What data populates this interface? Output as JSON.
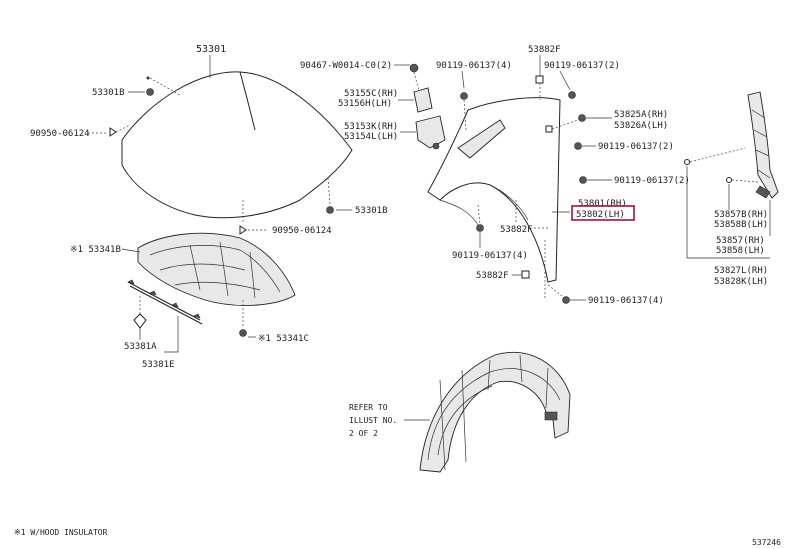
{
  "labels": {
    "l53301": "53301",
    "l53301B_a": "53301B",
    "l90950_a": "90950-06124",
    "l53301B_b": "53301B",
    "l90950_b": "90950-06124",
    "l53341B": "※1 53341B",
    "l53341C": "※1 53341C",
    "l53381A": "53381A",
    "l53381E": "53381E",
    "l90467": "90467-W0014-C0(2)",
    "l90119_a": "90119-06137(4)",
    "l53882F_a": "53882F",
    "l90119_b": "90119-06137(2)",
    "l53155C": "53155C(RH)",
    "l53156H": "53156H(LH)",
    "l53153K": "53153K(RH)",
    "l53154L": "53154L(LH)",
    "l53825A": "53825A(RH)",
    "l53826A": "53826A(LH)",
    "l90119_c": "90119-06137(2)",
    "l90119_d": "90119-06137(2)",
    "l53801": "53801(RH)",
    "l53802": "53802(LH)",
    "l53882F_b": "53882F",
    "l90119_e": "90119-06137(4)",
    "l53882F_c": "53882F",
    "l90119_f": "90119-06137(4)",
    "l53857B": "53857B(RH)",
    "l53858B": "53858B(LH)",
    "l53857": "53857(RH)",
    "l53858": "53858(LH)",
    "l53827L": "53827L(RH)",
    "l53828K": "53828K(LH)",
    "refer1": "REFER TO",
    "refer2": "ILLUST NO.",
    "refer3": "2 OF 2",
    "footnote": "※1 W/HOOD INSULATOR",
    "pagecode": "537246"
  },
  "colors": {
    "highlight": "#a3123a",
    "ink": "#222222"
  }
}
